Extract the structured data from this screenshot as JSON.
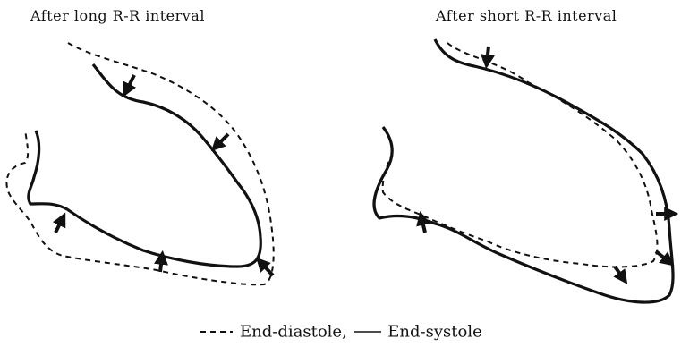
{
  "titles": {
    "left": "After long R-R interval",
    "right": "After short R-R interval"
  },
  "legend": {
    "diastole_label": "End-diastole,",
    "systole_label": "End-systole"
  },
  "colors": {
    "stroke": "#111111"
  }
}
